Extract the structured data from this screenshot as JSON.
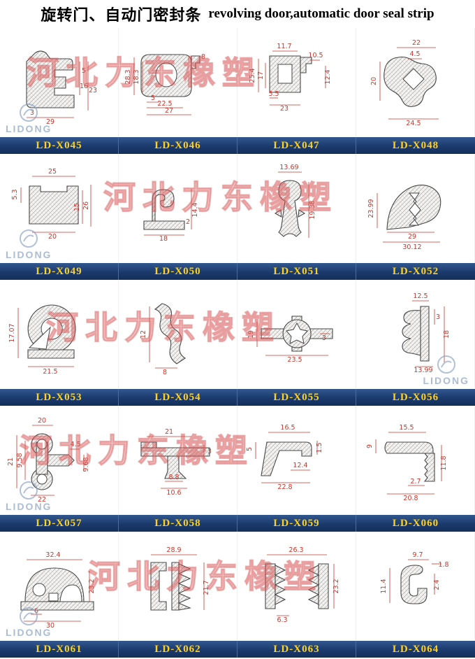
{
  "title": {
    "cn": "旋转门、自动门密封条",
    "en": "revolving door,automatic door seal strip"
  },
  "watermark": {
    "cn": "河北力东橡塑",
    "en": "LIDONG"
  },
  "label_bar_color": "#1b3a6d",
  "label_text_color": "#ffd21f",
  "dimension_color": "#c8372d",
  "products": [
    {
      "id": "LD-X045",
      "dims": [
        "5",
        "16",
        "23",
        "3",
        "29"
      ]
    },
    {
      "id": "LD-X046",
      "dims": [
        "28.3",
        "18.3",
        "8",
        "5",
        "22.5",
        "27"
      ]
    },
    {
      "id": "LD-X047",
      "dims": [
        "11.7",
        "25.4",
        "17",
        "10.5",
        "12.4",
        "5.5",
        "23"
      ]
    },
    {
      "id": "LD-X048",
      "dims": [
        "22",
        "4.5",
        "20",
        "24.5"
      ]
    },
    {
      "id": "LD-X049",
      "dims": [
        "25",
        "5.3",
        "15",
        "26",
        "20"
      ]
    },
    {
      "id": "LD-X050",
      "dims": [
        "18",
        "2",
        "14.4"
      ]
    },
    {
      "id": "LD-X051",
      "dims": [
        "13.69",
        "19.38"
      ]
    },
    {
      "id": "LD-X052",
      "dims": [
        "23.99",
        "29",
        "30.12"
      ]
    },
    {
      "id": "LD-X053",
      "dims": [
        "17.07",
        "21.5"
      ]
    },
    {
      "id": "LD-X054",
      "dims": [
        "12",
        "8"
      ]
    },
    {
      "id": "LD-X055",
      "dims": [
        "19",
        "3",
        "23.5"
      ]
    },
    {
      "id": "LD-X056",
      "dims": [
        "12.5",
        "3",
        "18",
        "13.99"
      ]
    },
    {
      "id": "LD-X057",
      "dims": [
        "20",
        "21",
        "9.58",
        "4.5",
        "9.68",
        "22"
      ]
    },
    {
      "id": "LD-X058",
      "dims": [
        "21",
        "3",
        "8.8",
        "10.6"
      ]
    },
    {
      "id": "LD-X059",
      "dims": [
        "16.5",
        "5",
        "1.5",
        "12.4",
        "22.8"
      ]
    },
    {
      "id": "LD-X060",
      "dims": [
        "15.5",
        "9",
        "11.8",
        "2.7",
        "20.8"
      ]
    },
    {
      "id": "LD-X061",
      "dims": [
        "32.4",
        "23.2",
        "6",
        "30"
      ]
    },
    {
      "id": "LD-X062",
      "dims": [
        "28.9",
        "21.7"
      ]
    },
    {
      "id": "LD-X063",
      "dims": [
        "26.3",
        "23.2",
        "6.3"
      ]
    },
    {
      "id": "LD-X064",
      "dims": [
        "9.7",
        "1.8",
        "2.4",
        "11.4"
      ]
    }
  ]
}
